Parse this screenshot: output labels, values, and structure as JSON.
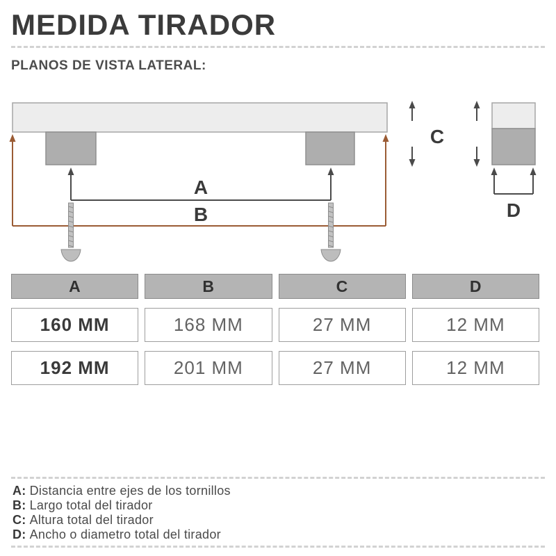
{
  "page": {
    "title": "MEDIDA TIRADOR",
    "subtitle": "PLANOS DE VISTA LATERAL:"
  },
  "diagram": {
    "labels": {
      "a": "A",
      "b": "B",
      "c": "C",
      "d": "D"
    }
  },
  "table": {
    "headers": [
      "A",
      "B",
      "C",
      "D"
    ],
    "rows": [
      [
        "160 MM",
        "168 MM",
        "27 MM",
        "12 MM"
      ],
      [
        "192 MM",
        "201 MM",
        "27 MM",
        "12 MM"
      ]
    ]
  },
  "legend": {
    "items": [
      {
        "key": "A:",
        "text": "Distancia entre ejes de los tornillos"
      },
      {
        "key": "B:",
        "text": "Largo total del tirador"
      },
      {
        "key": "C:",
        "text": "Altura total del tirador"
      },
      {
        "key": "D:",
        "text": "Ancho o diametro total del tirador"
      }
    ]
  },
  "colors": {
    "dimension_brown": "#9a5b34",
    "dimension_dark": "#4a4a4a",
    "handle_light_gray": "#ededed",
    "handle_mid_gray": "#aeaeae",
    "table_header_gray": "#b4b4b4"
  }
}
